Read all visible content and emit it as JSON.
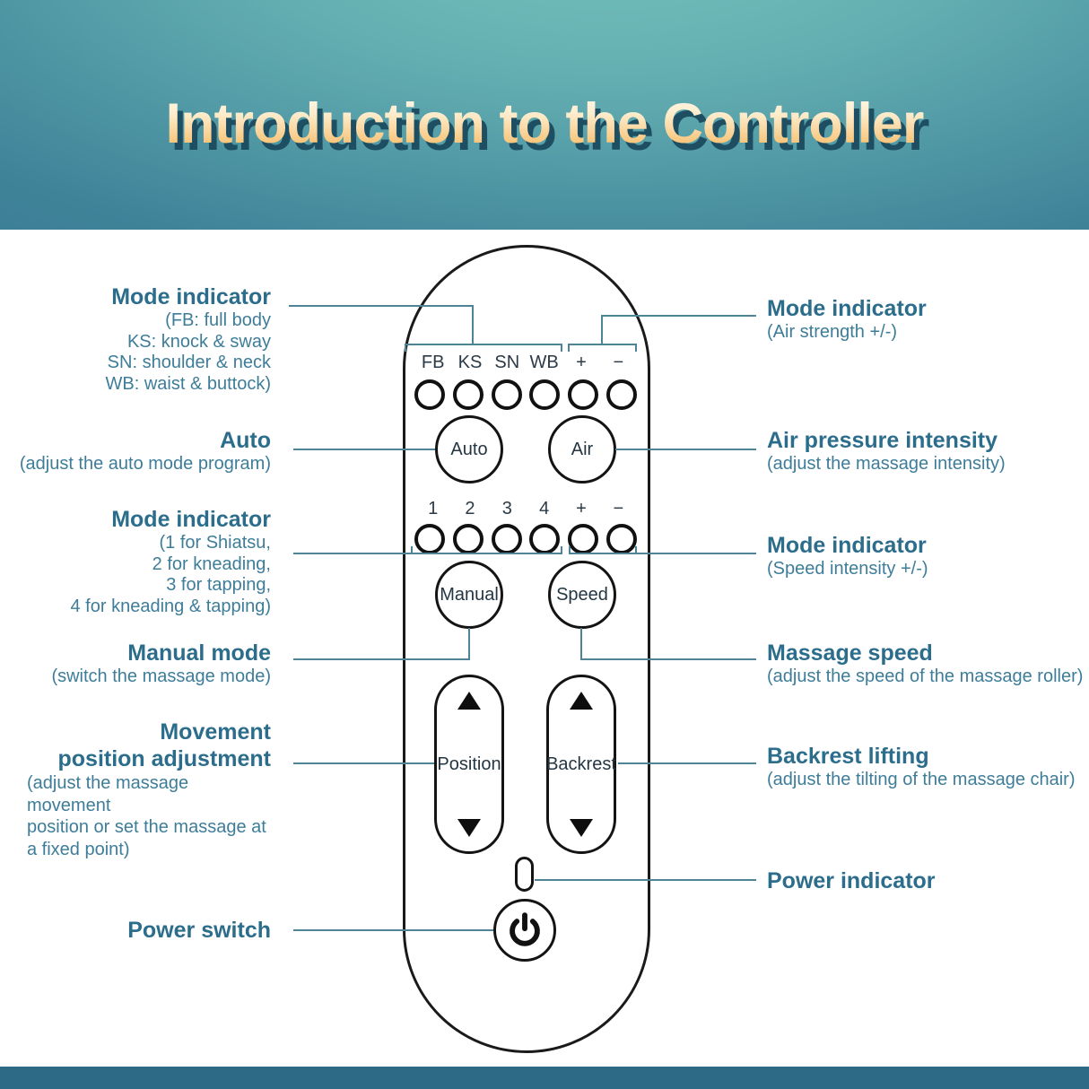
{
  "header": {
    "title": "Introduction to the Controller"
  },
  "remote": {
    "mode_row_top": [
      "FB",
      "KS",
      "SN",
      "WB",
      "+",
      "−"
    ],
    "mode_row_bottom": [
      "1",
      "2",
      "3",
      "4",
      "+",
      "−"
    ],
    "auto_button": "Auto",
    "air_button": "Air",
    "manual_button": "Manual",
    "speed_button": "Speed",
    "position_button": "Position",
    "backrest_button": "Backrest",
    "up_arrow": "▲",
    "down_arrow": "▼"
  },
  "labels_left": [
    {
      "heading": "Mode indicator",
      "lines": [
        "(FB: full body",
        "KS: knock & sway",
        "SN: shoulder & neck",
        "WB: waist & buttock)"
      ]
    },
    {
      "heading": "Auto",
      "lines": [
        "(adjust the auto mode program)"
      ]
    },
    {
      "heading": "Mode indicator",
      "lines": [
        "(1 for Shiatsu,",
        "2 for kneading,",
        "3 for tapping,",
        "4 for kneading & tapping)"
      ]
    },
    {
      "heading": "Manual mode",
      "lines": [
        "(switch the massage mode)"
      ]
    },
    {
      "heading_line1": "Movement",
      "heading_line2": "position adjustment",
      "lines": [
        "(adjust the massage movement",
        "position or set the massage at",
        "a fixed point)"
      ]
    },
    {
      "heading": "Power switch",
      "lines": []
    }
  ],
  "labels_right": [
    {
      "heading": "Mode indicator",
      "lines": [
        "(Air strength +/-)"
      ]
    },
    {
      "heading": "Air pressure intensity",
      "lines": [
        "(adjust the massage intensity)"
      ]
    },
    {
      "heading": "Mode indicator",
      "lines": [
        "(Speed intensity +/-)"
      ]
    },
    {
      "heading": "Massage speed",
      "lines": [
        "(adjust the speed of the massage roller)"
      ]
    },
    {
      "heading": "Backrest lifting",
      "lines": [
        "(adjust the tilting of the massage chair)"
      ]
    },
    {
      "heading": "Power indicator",
      "lines": []
    }
  ],
  "colors": {
    "heading_text": "#2c6d8c",
    "sub_text": "#3e7d99",
    "callout_line": "#4f8497",
    "banner_teal_light": "#76c2bc",
    "banner_teal_dark": "#306f8b",
    "bottom_bar": "#2d6a85",
    "title_gradient_top": "#fffbee",
    "title_gradient_bottom": "#f4b258",
    "title_shadow": "#1d4e62",
    "outline_black": "#1a1a1a"
  }
}
